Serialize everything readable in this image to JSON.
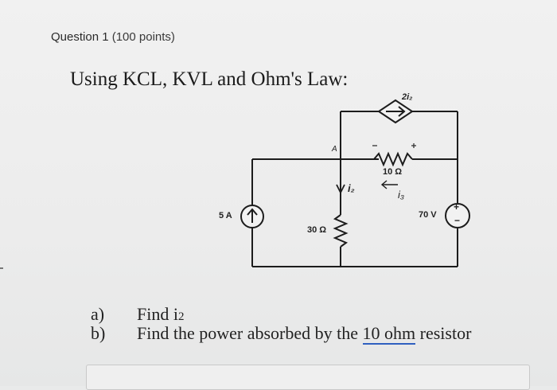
{
  "question": {
    "number_label": "Question 1",
    "points_label": "(100 points)"
  },
  "title": "Using KCL, KVL and Ohm's Law:",
  "circuit": {
    "current_source_label": "5 A",
    "resistor_30_label": "30 Ω",
    "resistor_10_label": "10 Ω",
    "voltage_source_label": "70 V",
    "dependent_source_label": "2i₂",
    "node_label": "A",
    "i2_label": "i₂",
    "i3_label": "i₃",
    "v_plus": "+",
    "v_minus": "−",
    "wire_color": "#1c1c1c"
  },
  "parts": [
    {
      "letter": "a)",
      "text_prefix": "Find i",
      "text_sub": "2",
      "text_suffix": ""
    },
    {
      "letter": "b)",
      "text_prefix": "Find the power absorbed by the ",
      "text_link": "10 ohm",
      "text_suffix": " resistor"
    }
  ]
}
